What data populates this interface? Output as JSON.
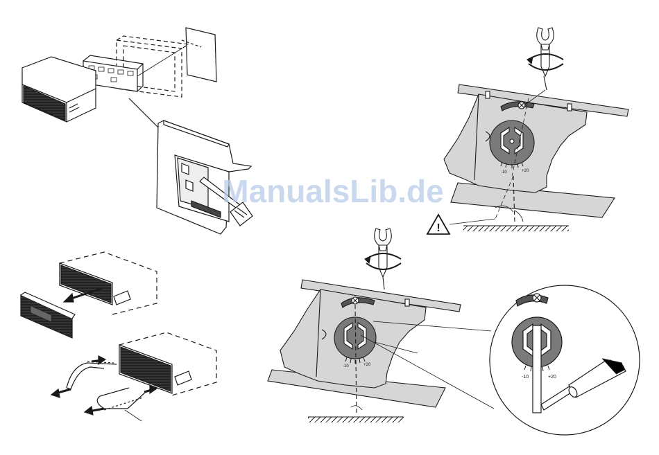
{
  "watermark": {
    "text": "ManualsLib.de",
    "color": "#b9cce8"
  },
  "dial_labels": {
    "minus": "-10",
    "plus": "+20"
  },
  "warning": {
    "symbol": "!"
  },
  "colors": {
    "line": "#1a1a1a",
    "panel_fill": "#d6d6d6",
    "dial_fill": "#7a7a7a",
    "radio_front": "#222222"
  }
}
